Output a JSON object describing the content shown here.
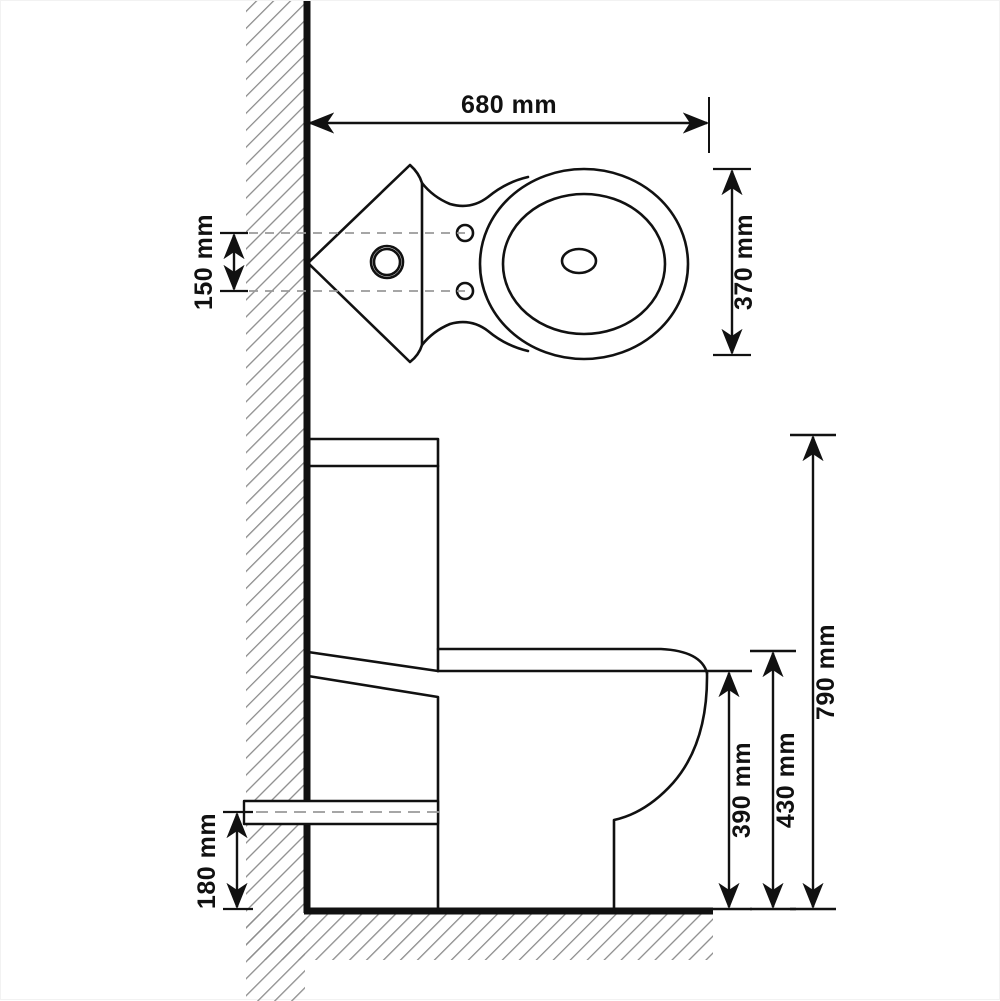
{
  "drawing": {
    "type": "technical-dimension-drawing",
    "subject": "Toilet with cistern — top view and side elevation",
    "units": "mm",
    "background_color": "#ffffff",
    "line_color": "#1a1a1a",
    "hatch_color": "#8c8c8c",
    "centerline_color": "#9a9a9a"
  },
  "dimensions": {
    "width_top": {
      "value": "680 mm",
      "orientation": "horizontal",
      "view": "top",
      "description": "Overall projection from wall"
    },
    "depth_top": {
      "value": "370 mm",
      "orientation": "vertical",
      "view": "top",
      "description": "Overall bowl width"
    },
    "bolt_spacing": {
      "value": "150 mm",
      "orientation": "vertical",
      "view": "top",
      "description": "Fixing hole centre spacing"
    },
    "total_height": {
      "value": "790 mm",
      "orientation": "vertical",
      "view": "side",
      "description": "Overall height to cistern top"
    },
    "seat_top_height": {
      "value": "430 mm",
      "orientation": "vertical",
      "view": "side",
      "description": "Height to top of seat"
    },
    "bowl_rim_height": {
      "value": "390 mm",
      "orientation": "vertical",
      "view": "side",
      "description": "Height to bowl rim"
    },
    "inlet_height": {
      "value": "180 mm",
      "orientation": "vertical",
      "view": "side",
      "description": "Height of water inlet pipe centre above floor"
    }
  },
  "views": {
    "top": {
      "label": "top-view",
      "features": [
        "wall",
        "tapered-base",
        "flush-valve-ring",
        "bolt-hole-upper",
        "bolt-hole-lower",
        "bowl-outer-oval",
        "bowl-inner-oval",
        "bowl-centre-hole"
      ]
    },
    "side": {
      "label": "side-elevation",
      "features": [
        "wall",
        "floor",
        "cistern",
        "cistern-lid",
        "seat",
        "bowl",
        "pedestal",
        "inlet-pipe"
      ]
    }
  }
}
